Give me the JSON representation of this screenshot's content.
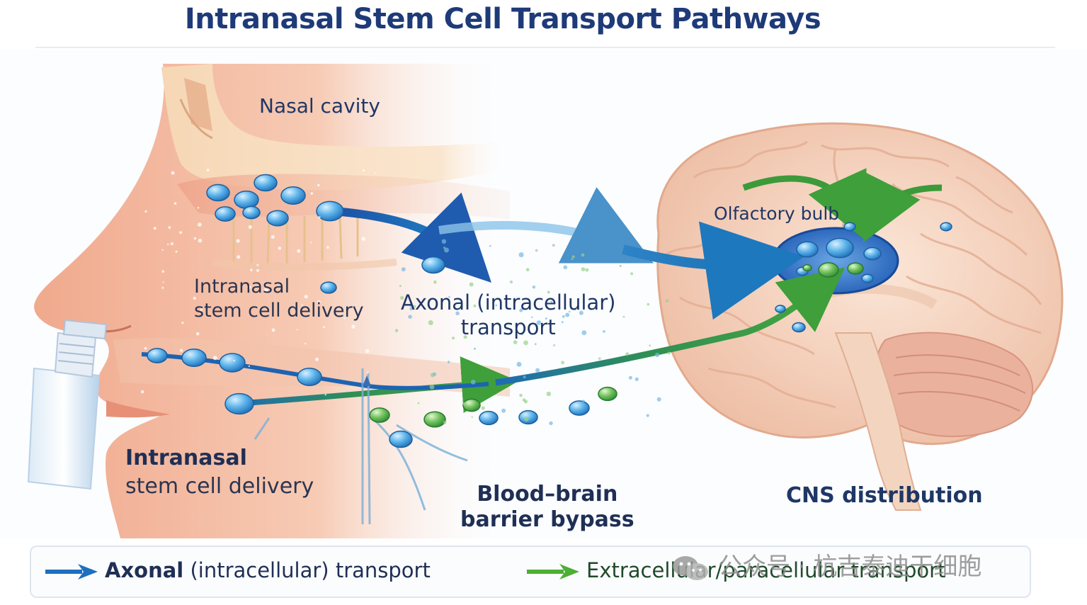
{
  "title": "Intranasal Stem Cell Transport Pathways",
  "labels": {
    "nasal_cavity": "Nasal cavity",
    "delivery_upper_line1": "Intranasal",
    "delivery_upper_line2": "stem cell delivery",
    "axonal_line1": "Axonal (intracellular)",
    "axonal_line2": "transport",
    "olfactory_bulb": "Olfactory bulb",
    "delivery_lower_line1": "Intranasal",
    "delivery_lower_line2": "stem cell delivery",
    "bbb_line1": "Blood–brain",
    "bbb_line2": "barrier bypass",
    "cns": "CNS distribution"
  },
  "legend": {
    "axonal_bold": "Axonal",
    "axonal_rest": " (intracellular) transport",
    "extracellular": "Extracellular/paracellular transport"
  },
  "watermark": "公众号 · 杭吉泰迪干细胞",
  "colors": {
    "axonal": "#1d6fc0",
    "extracellular": "#3c9a3a",
    "title": "#1e3a78",
    "skin": "#f3b59a",
    "brain": "#f1cbb6"
  },
  "icons": {
    "spray_bottle": "nasal-spray-icon",
    "brain": "brain-icon",
    "legend_blue_arrow": "blue-arrow-icon",
    "legend_green_arrow": "green-arrow-icon",
    "watermark_logo": "wechat-icon"
  }
}
